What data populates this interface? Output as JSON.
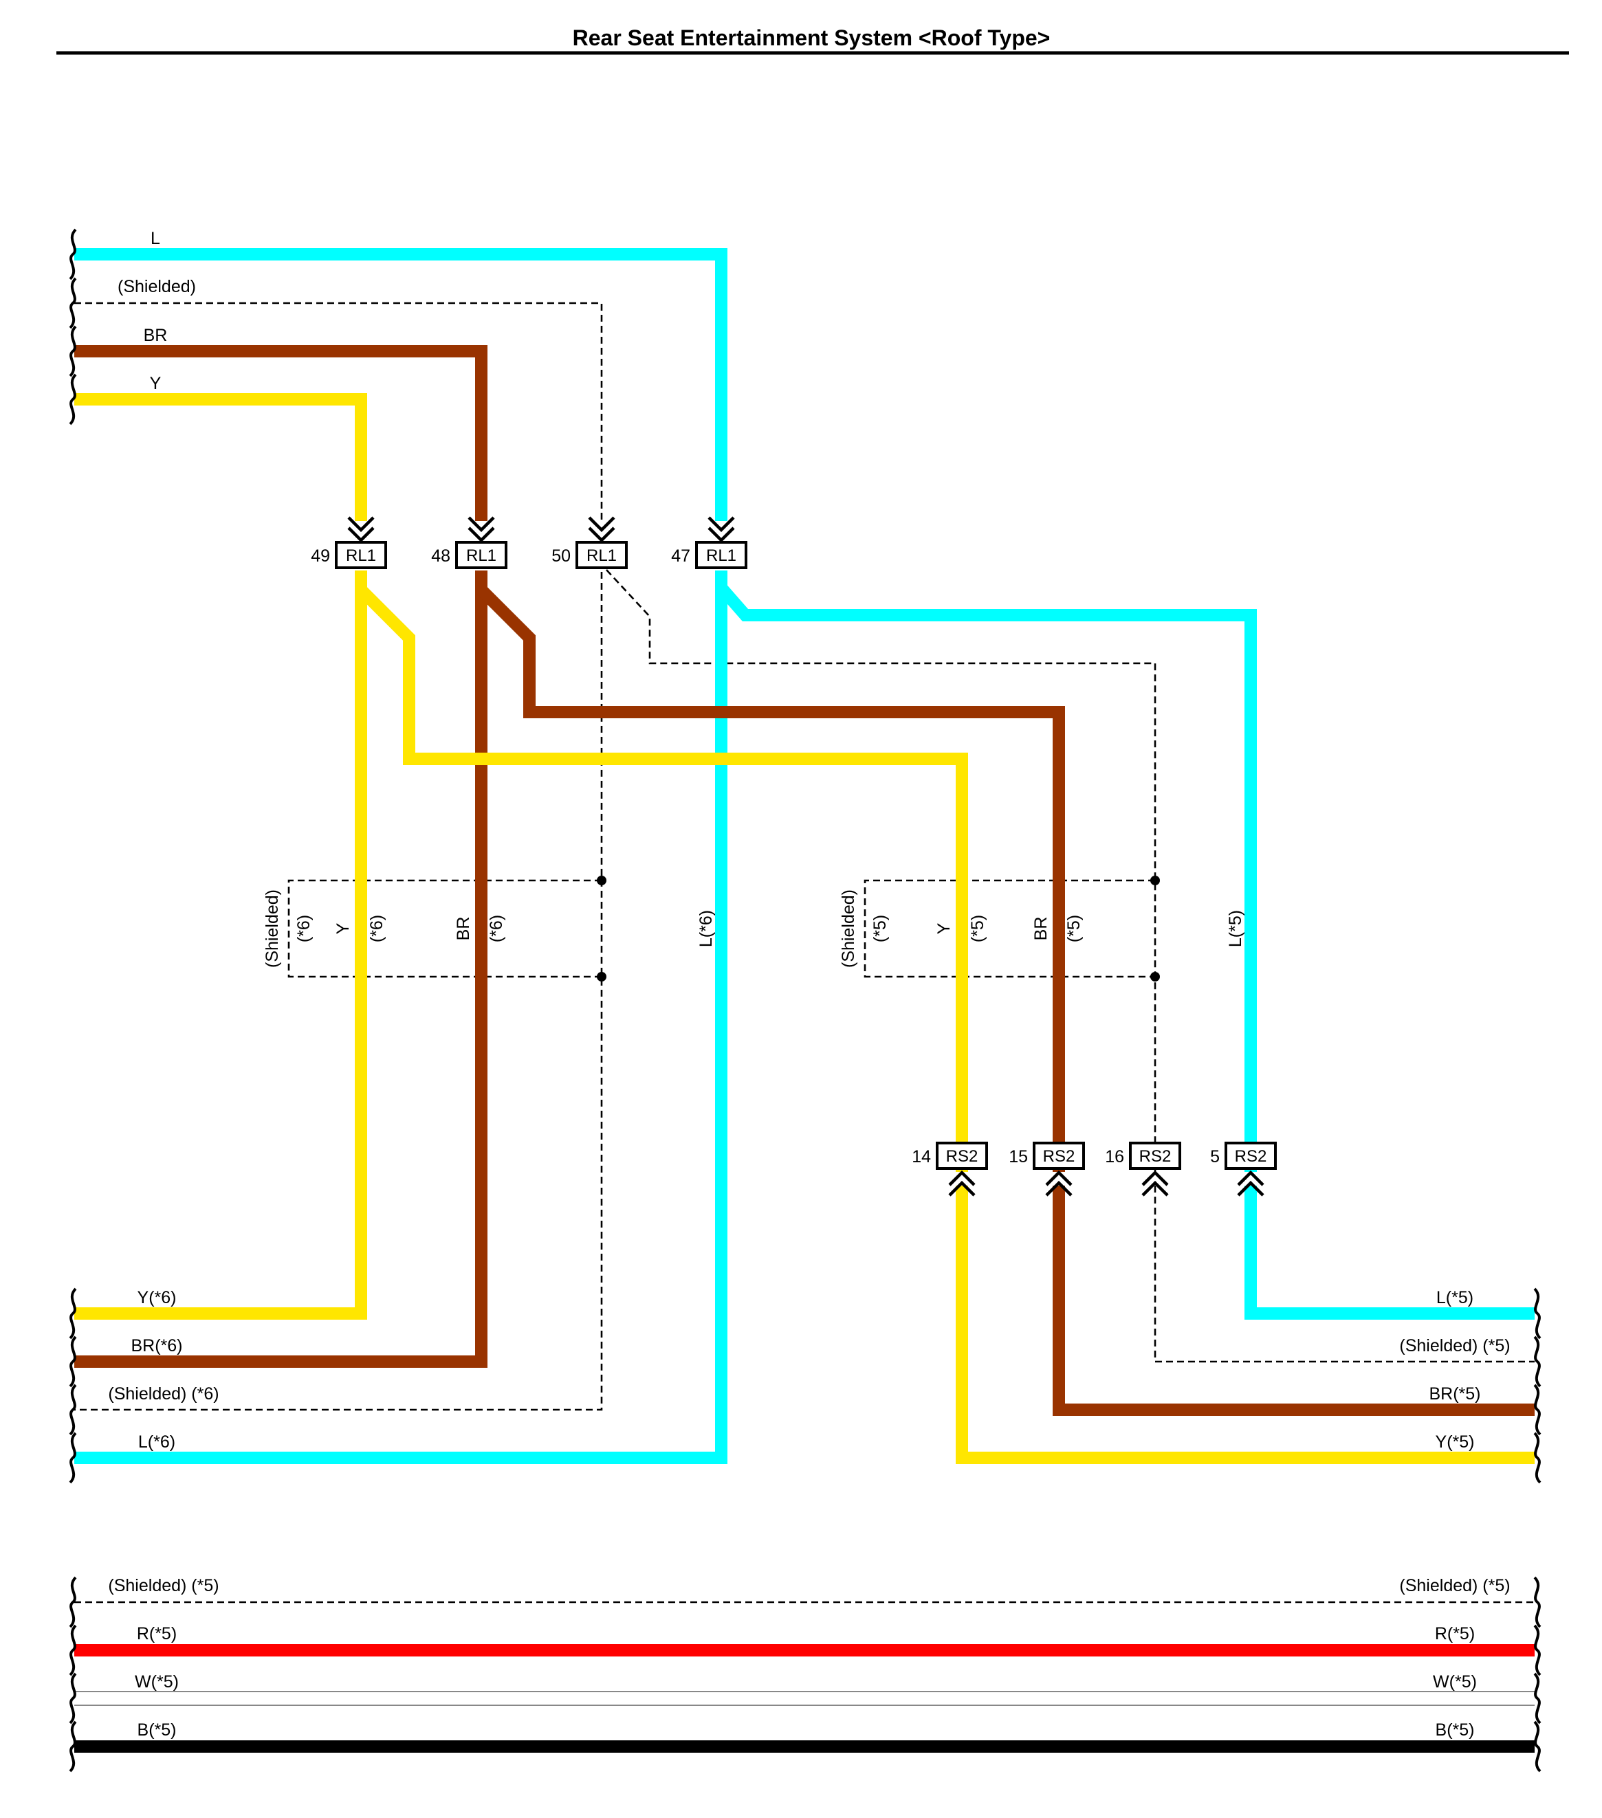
{
  "title": "Rear Seat Entertainment System <Roof Type>",
  "colors": {
    "L": "#00ffff",
    "BR": "#993300",
    "Y": "#ffe600",
    "R": "#ff0000",
    "W": "#ffffff",
    "B": "#000000"
  },
  "top_inputs": {
    "L": "L",
    "shielded": "(Shielded)",
    "BR": "BR",
    "Y": "Y"
  },
  "connectors": {
    "rl1": [
      {
        "pin": "49",
        "name": "RL1"
      },
      {
        "pin": "48",
        "name": "RL1"
      },
      {
        "pin": "50",
        "name": "RL1"
      },
      {
        "pin": "47",
        "name": "RL1"
      }
    ],
    "rs2": [
      {
        "pin": "14",
        "name": "RS2"
      },
      {
        "pin": "15",
        "name": "RS2"
      },
      {
        "pin": "16",
        "name": "RS2"
      },
      {
        "pin": "5",
        "name": "RS2"
      }
    ]
  },
  "left_group": {
    "shielded": "(Shielded)",
    "shielded_note": "(*6)",
    "y": "Y",
    "y_note": "(*6)",
    "br": "BR",
    "br_note": "(*6)",
    "l": "L(*6)"
  },
  "right_group": {
    "shielded": "(Shielded)",
    "shielded_note": "(*5)",
    "y": "Y",
    "y_note": "(*5)",
    "br": "BR",
    "br_note": "(*5)",
    "l": "L(*5)"
  },
  "bottom_left": {
    "y": "Y(*6)",
    "br": "BR(*6)",
    "shielded": "(Shielded) (*6)",
    "l": "L(*6)"
  },
  "bottom_right": {
    "l": "L(*5)",
    "shielded": "(Shielded) (*5)",
    "br": "BR(*5)",
    "y": "Y(*5)"
  },
  "bus": {
    "shielded_left": "(Shielded) (*5)",
    "shielded_right": "(Shielded) (*5)",
    "r_left": "R(*5)",
    "r_right": "R(*5)",
    "w_left": "W(*5)",
    "w_right": "W(*5)",
    "b_left": "B(*5)",
    "b_right": "B(*5)"
  }
}
